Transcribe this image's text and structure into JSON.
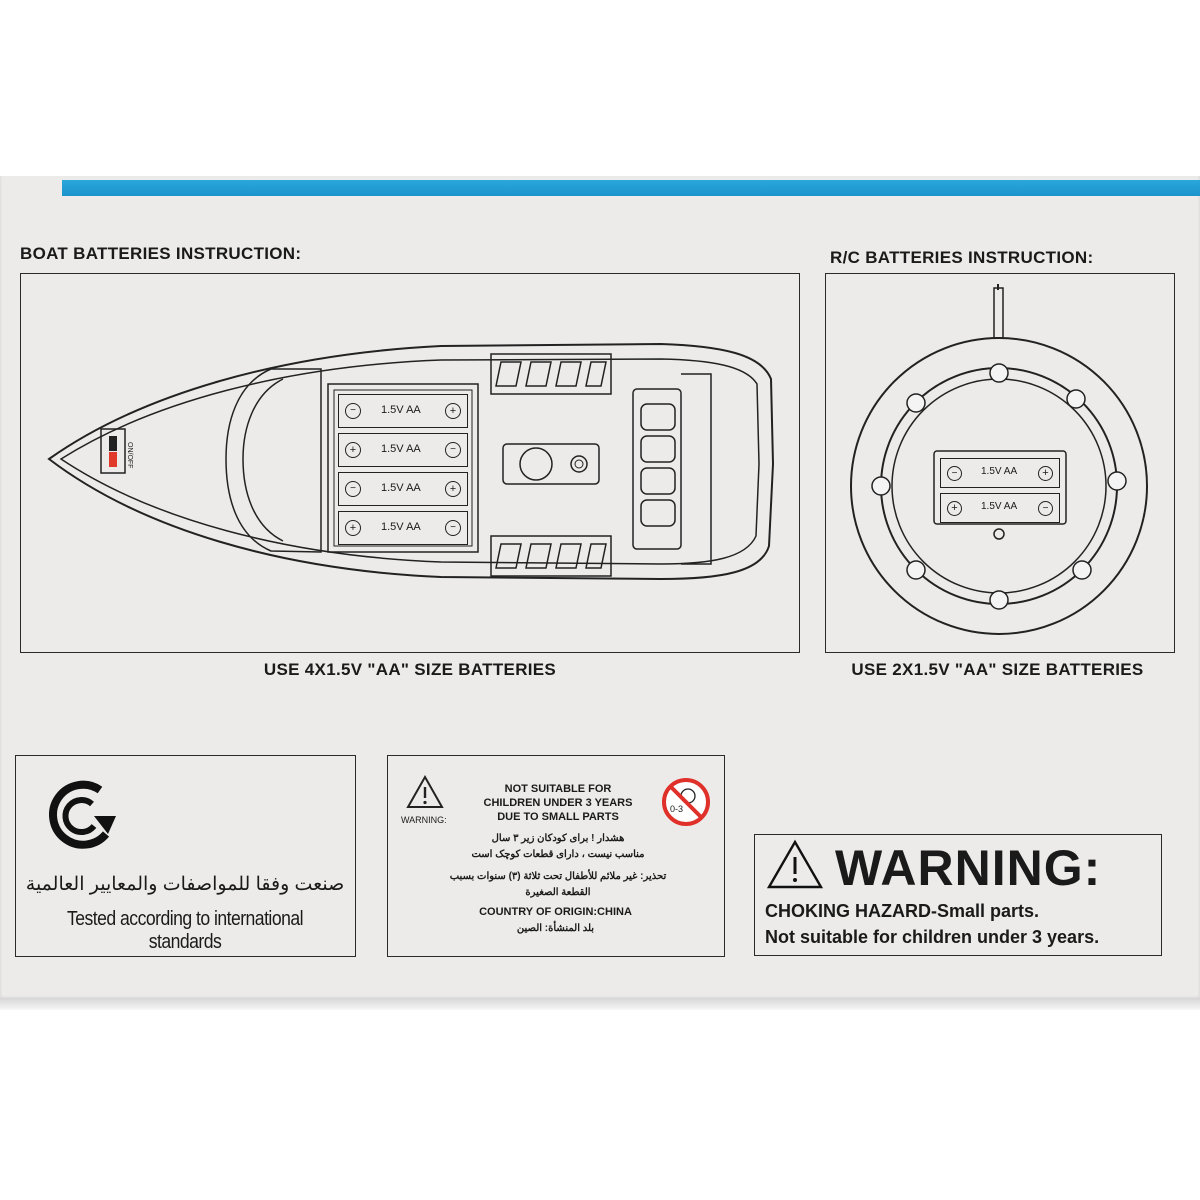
{
  "boat_section": {
    "heading": "BOAT BATTERIES INSTRUCTION:",
    "caption": "USE 4X1.5V \"AA\" SIZE BATTERIES",
    "switch_label": "ON/OFF",
    "battery_label": "1.5V AA"
  },
  "rc_section": {
    "heading": "R/C BATTERIES INSTRUCTION:",
    "caption": "USE 2X1.5V \"AA\" SIZE BATTERIES",
    "battery_label": "1.5V AA"
  },
  "standards_box": {
    "arabic_line": "صنعت وفقا للمواصفات والمعايير العالمية",
    "english_line": "Tested according to international standards"
  },
  "age_warning_box": {
    "warning_label": "WARNING:",
    "line1": "NOT SUITABLE FOR",
    "line2": "CHILDREN UNDER 3 YEARS",
    "line3": "DUE TO SMALL PARTS",
    "age_badge": "0-3",
    "persian_line1": "هشدار ! برای کودکان زیر ۳ سال",
    "persian_line2": "مناسب نیست ، دارای قطعات کوچک است",
    "arabic_line1": "تحذير: غير ملائم للأطفال تحت ثلاثة (٣) سنوات بسبب",
    "arabic_line2": "القطعة الصغيرة",
    "origin_en": "COUNTRY OF ORIGIN:CHINA",
    "origin_ar": "بلد المنشأة: الصين"
  },
  "choking_box": {
    "title": "WARNING:",
    "line1": "CHOKING HAZARD-Small parts.",
    "line2": "Not suitable for children under 3 years."
  },
  "colors": {
    "stripe": "#1b93cb",
    "panel": "#ecebea",
    "switch_red": "#e03a2a",
    "prohibition_red": "#e0302a"
  }
}
